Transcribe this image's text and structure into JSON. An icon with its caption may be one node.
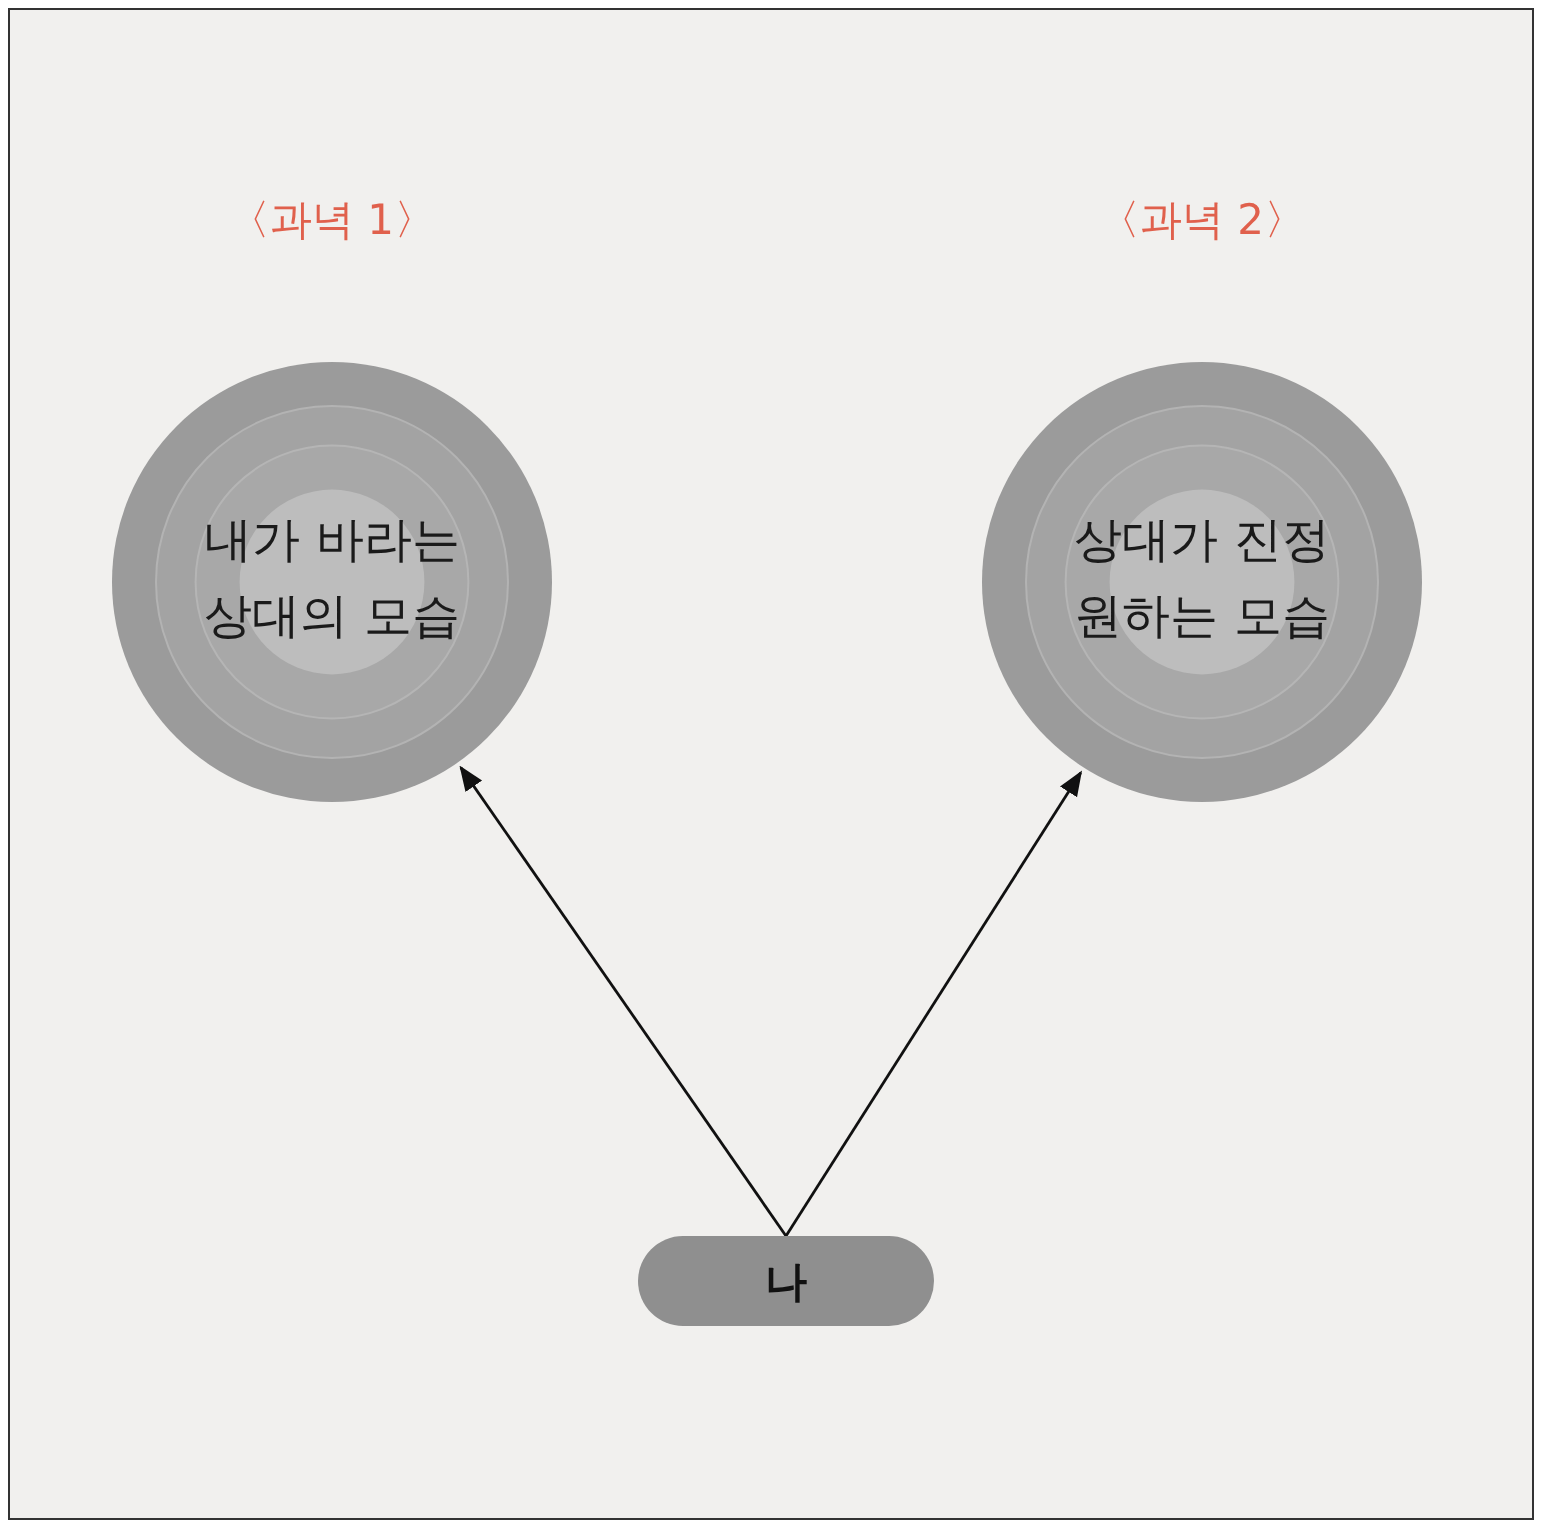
{
  "diagram": {
    "nodes": [
      {
        "text": [
          "〈과녁 1〉",
          "내가 바라는 상대의 모습"
        ]
      },
      {
        "text": [
          "〈과녁 2〉",
          "상대가 진정 원하는 모습"
        ]
      },
      {
        "text": [
          "나"
        ]
      }
    ],
    "edges": [
      {
        "from": 2,
        "to": 0,
        "arrow": "to"
      },
      {
        "from": 2,
        "to": 1,
        "arrow": "to"
      }
    ]
  }
}
